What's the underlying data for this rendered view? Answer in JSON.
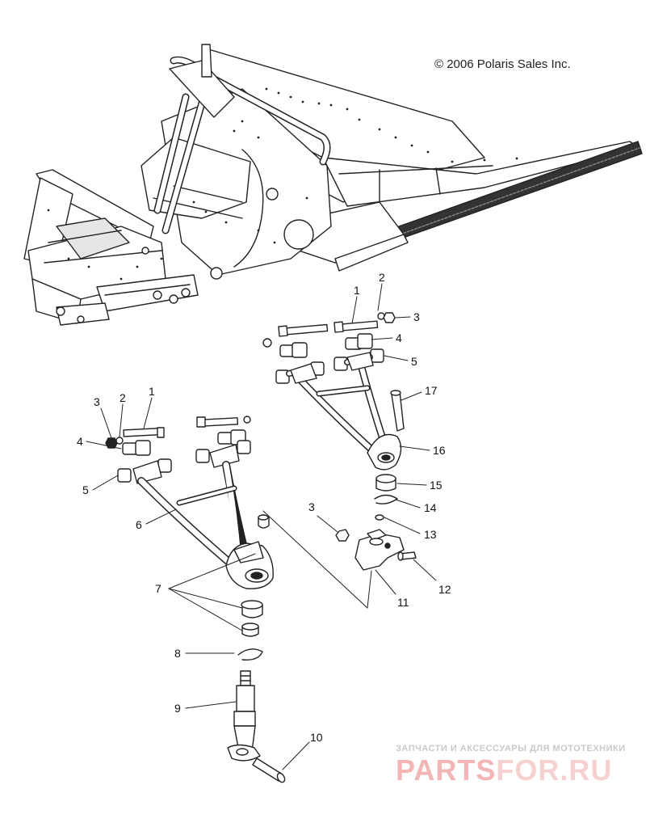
{
  "copyright": "© 2006 Polaris Sales Inc.",
  "watermark": {
    "line1": "ЗАПЧАСТИ И АКСЕССУАРЫ ДЛЯ МОТОТЕХНИКИ",
    "logo_a": "PARTS",
    "logo_b": "FOR.RU"
  },
  "callouts": {
    "c1a": "1",
    "c2a": "2",
    "c3a": "3",
    "c4a": "4",
    "c5a": "5",
    "c17": "17",
    "c16": "16",
    "c3b": "3",
    "c2b": "2",
    "c1b": "1",
    "c4b": "4",
    "c5b": "5",
    "c6": "6",
    "c15": "15",
    "c14": "14",
    "c3c": "3",
    "c13": "13",
    "c12": "12",
    "c11": "11",
    "c7": "7",
    "c8": "8",
    "c9": "9",
    "c10": "10"
  },
  "colors": {
    "line": "#222222",
    "fill": "#ffffff",
    "shade": "#d9d9d9"
  }
}
